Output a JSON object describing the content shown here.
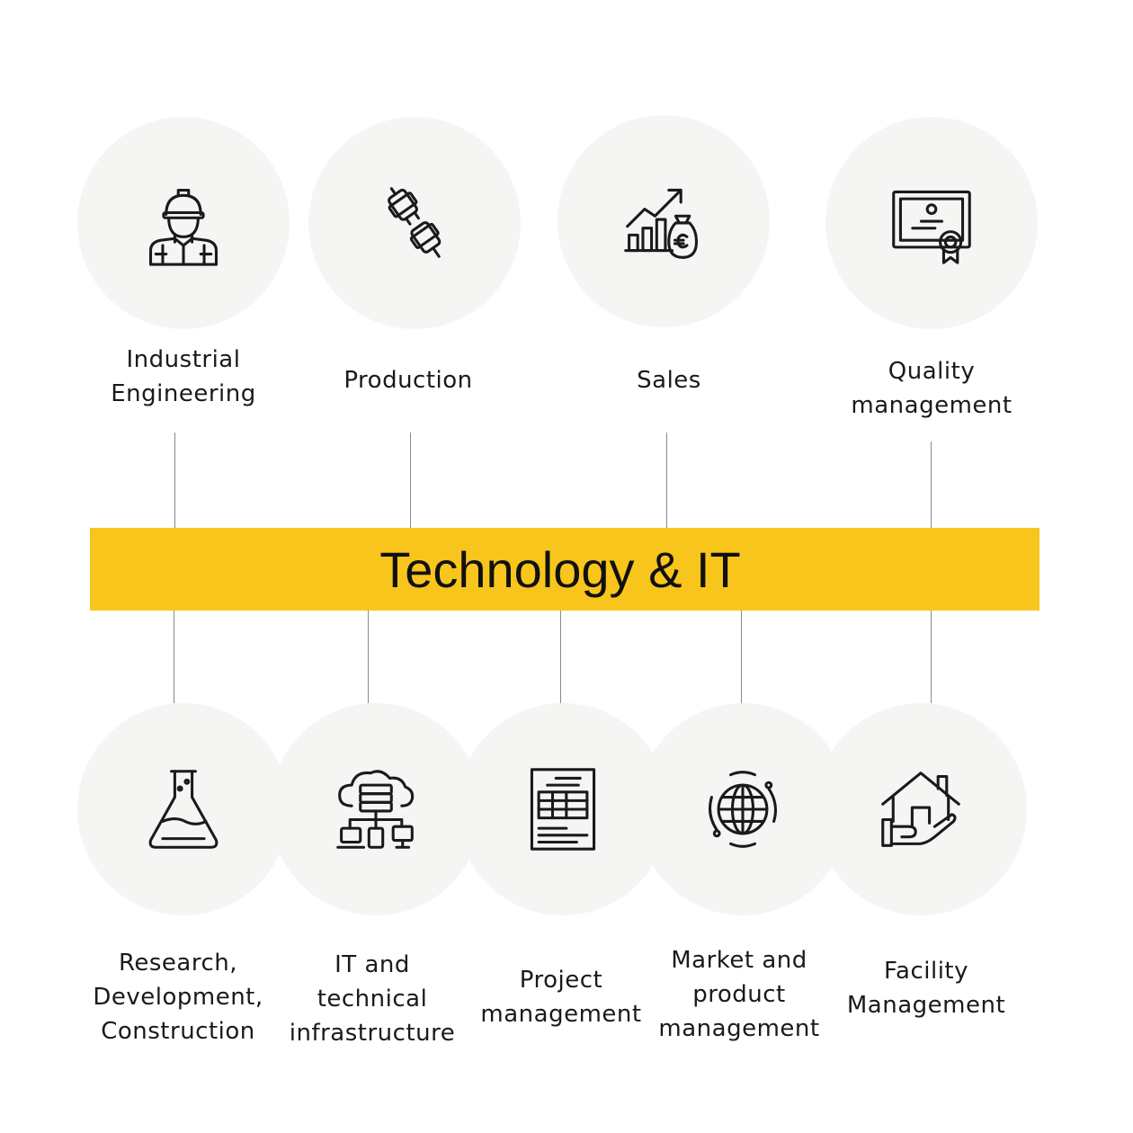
{
  "center": {
    "title": "Technology & IT",
    "color": "#f8c51c"
  },
  "top_items": [
    {
      "label": "Industrial\nEngineering",
      "icon": "worker-helmet-icon"
    },
    {
      "label": "Production",
      "icon": "connector-plug-icon"
    },
    {
      "label": "Sales",
      "icon": "sales-chart-euro-icon"
    },
    {
      "label": "Quality\nmanagement",
      "icon": "certificate-icon"
    }
  ],
  "bottom_items": [
    {
      "label": "Research,\nDevelopment,\nConstruction",
      "icon": "flask-icon"
    },
    {
      "label": "IT and\ntechnical\ninfrastructure",
      "icon": "cloud-network-icon"
    },
    {
      "label": "Project\nmanagement",
      "icon": "document-table-icon"
    },
    {
      "label": "Market and\nproduct\nmanagement",
      "icon": "globe-icon"
    },
    {
      "label": "Facility\nManagement",
      "icon": "house-hand-icon"
    }
  ]
}
